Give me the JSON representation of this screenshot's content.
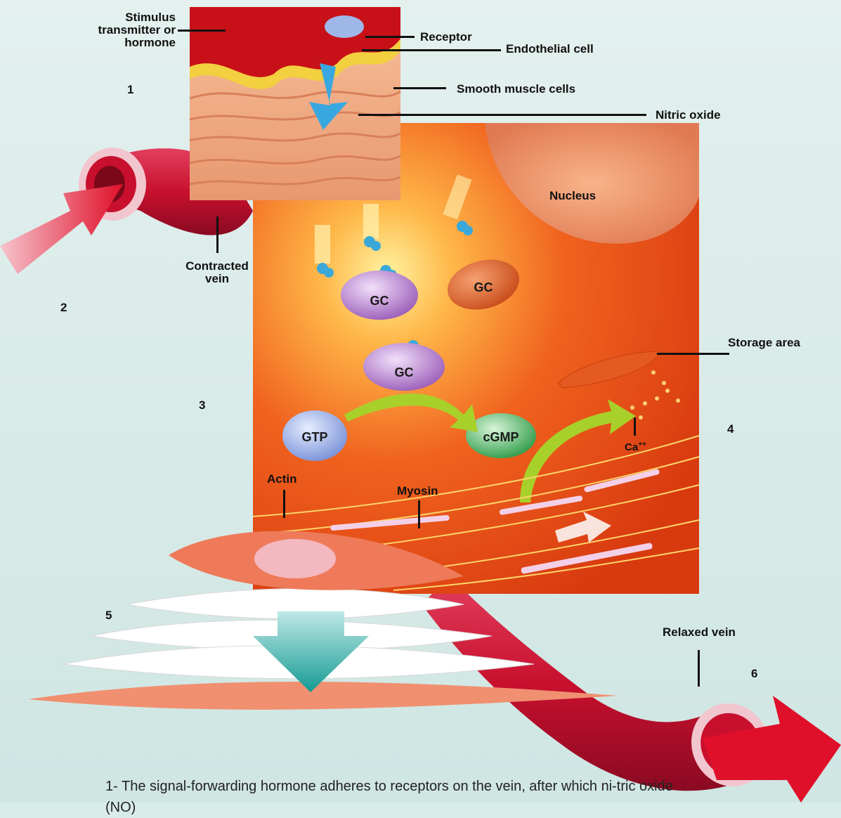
{
  "labels": {
    "stimulus": "Stimulus transmitter or hormone",
    "receptor": "Receptor",
    "endothelial": "Endothelial cell",
    "smooth_muscle": "Smooth muscle cells",
    "nitric_oxide": "Nitric oxide",
    "nucleus": "Nucleus",
    "contracted_vein": "Contracted vein",
    "storage_area": "Storage area",
    "calcium": "Ca",
    "calcium_charge": "++",
    "actin": "Actin",
    "myosin": "Myosin",
    "relaxed_vein": "Relaxed vein"
  },
  "molecules": {
    "gc_1": "GC",
    "gc_2": "GC",
    "gc_3": "GC",
    "gtp": "GTP",
    "cgmp": "cGMP"
  },
  "steps": [
    "1",
    "2",
    "3",
    "4",
    "5",
    "6"
  ],
  "caption": "1- The signal-forwarding hormone adheres to receptors on the vein, after which ni-tric oxide (NO)",
  "colors": {
    "background": "#d8ece9",
    "cell_orange": "#e8501a",
    "vein_red": "#c8102e",
    "gc_purple": "#b07ac8",
    "gtp_blue": "#8ea6e0",
    "cgmp_green": "#3fae5a",
    "arrow_green": "#a8d02a",
    "arrow_teal": "#1aa6a0"
  }
}
